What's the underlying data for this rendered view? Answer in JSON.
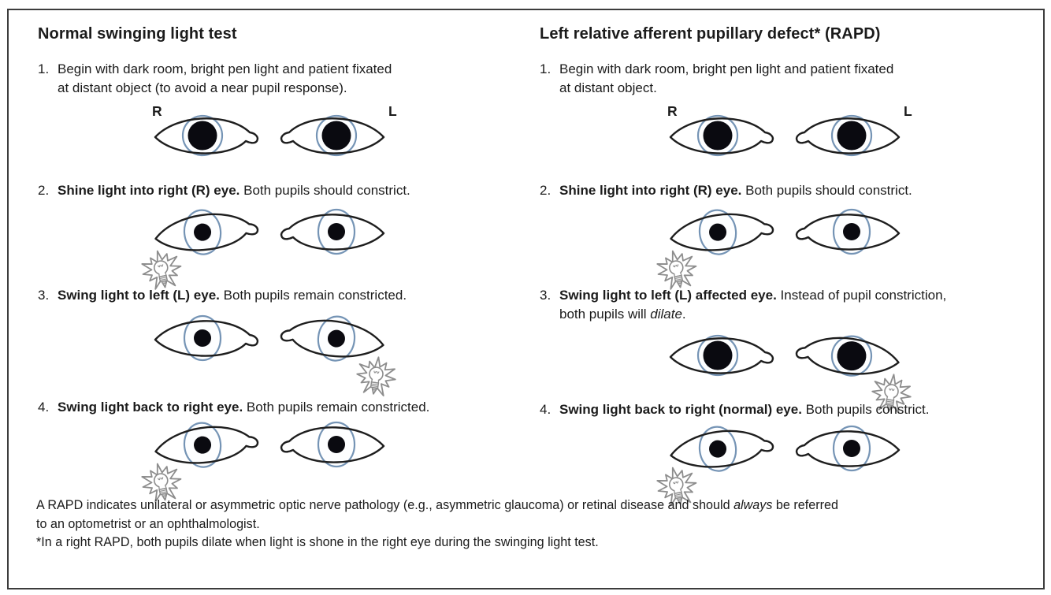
{
  "colors": {
    "text": "#1b1b1b",
    "eye_outline": "#1e1e1e",
    "iris_ring": "#7594b5",
    "pupil": "#0a0a10",
    "bulb_gray": "#8d8d8d"
  },
  "left_column": {
    "title": "Normal swinging light test",
    "steps": [
      {
        "num": "1.",
        "normal1": "Begin with dark room, bright pen light and patient fixated\nat distant object (to avoid a near pupil response).",
        "diagram": {
          "pupils": "dilated",
          "light": null,
          "labels": {
            "right": "R",
            "left": "L"
          }
        }
      },
      {
        "num": "2.",
        "bold": "Shine light into right (R) eye.",
        "normal1": " Both pupils should constrict.",
        "diagram": {
          "pupils": "constricted",
          "light": "R"
        }
      },
      {
        "num": "3.",
        "bold": "Swing light to left (L) eye.",
        "normal1": " Both pupils remain constricted.",
        "diagram": {
          "pupils": "constricted",
          "light": "L"
        }
      },
      {
        "num": "4.",
        "bold": "Swing light back to right eye.",
        "normal1": " Both pupils remain constricted.",
        "diagram": {
          "pupils": "constricted",
          "light": "R"
        }
      }
    ]
  },
  "right_column": {
    "title": "Left relative afferent pupillary defect* (RAPD)",
    "steps": [
      {
        "num": "1.",
        "normal1": "Begin with dark room, bright pen light and patient fixated\nat distant object.",
        "diagram": {
          "pupils": "dilated",
          "light": null,
          "labels": {
            "right": "R",
            "left": "L"
          }
        }
      },
      {
        "num": "2.",
        "bold": "Shine light into right (R) eye.",
        "normal1": " Both pupils should constrict.",
        "diagram": {
          "pupils": "constricted",
          "light": "R"
        }
      },
      {
        "num": "3.",
        "bold": "Swing light to left (L) affected eye.",
        "normal1": " Instead of pupil constriction,\nboth pupils will ",
        "italic": "dilate",
        "normal2": ".",
        "diagram": {
          "pupils": "dilated",
          "light": "L"
        }
      },
      {
        "num": "4.",
        "bold": "Swing light back to right (normal) eye.",
        "normal1": " Both pupils constrict.",
        "diagram": {
          "pupils": "constricted",
          "light": "R"
        }
      }
    ]
  },
  "footnote": {
    "line1_pre": "A RAPD indicates unilateral or asymmetric optic nerve pathology (e.g., asymmetric glaucoma) or retinal disease and should ",
    "line1_italic": "always",
    "line1_post": " be referred",
    "line2": "to an optometrist or an ophthalmologist.",
    "line3": "*In a right RAPD, both pupils dilate when light is shone in the right eye during the swinging light test."
  }
}
